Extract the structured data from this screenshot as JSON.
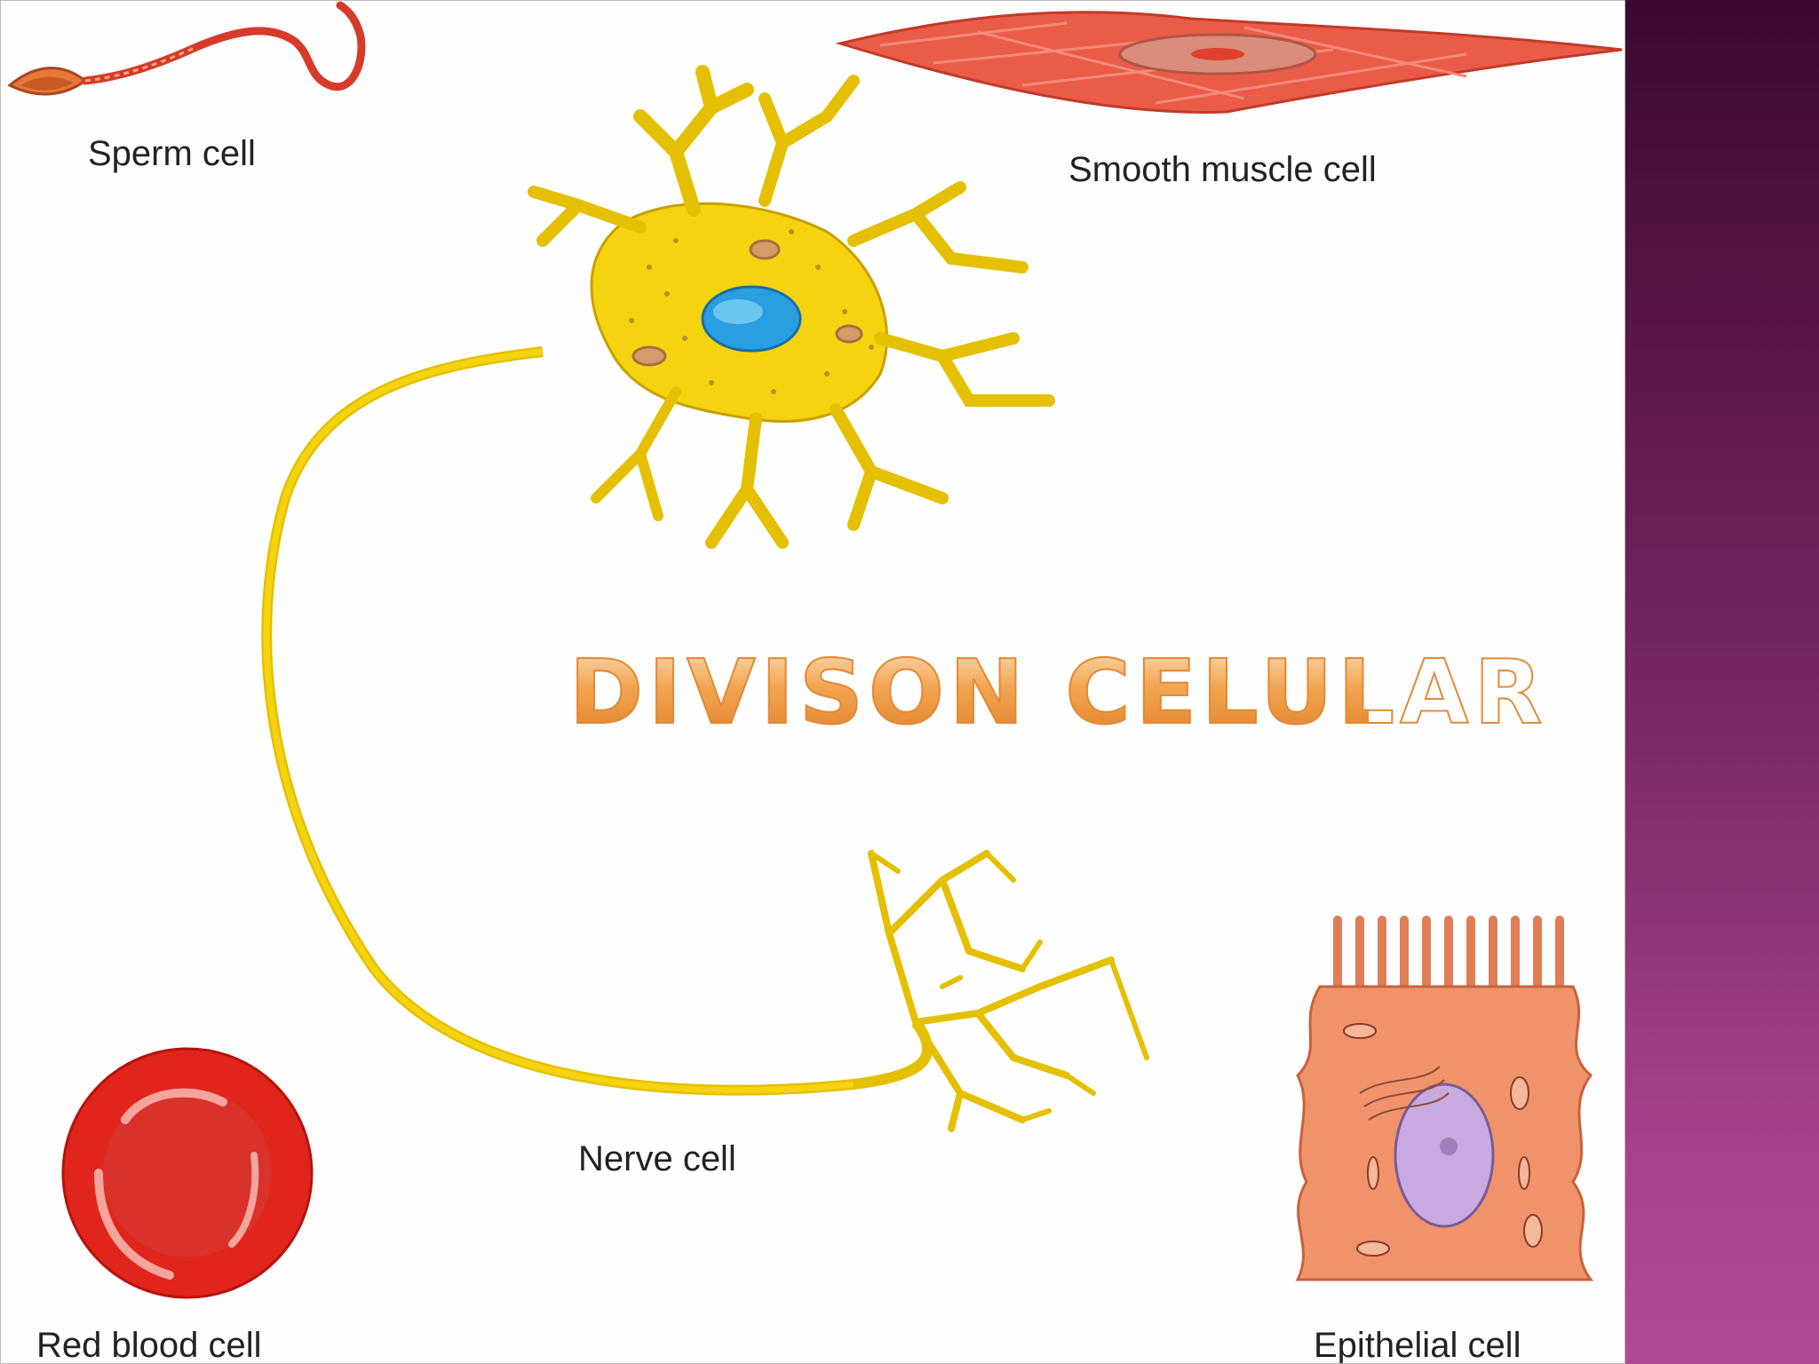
{
  "slide": {
    "title": "DIVISON CELULAR",
    "labels": {
      "sperm": "Sperm cell",
      "smooth_muscle": "Smooth muscle cell",
      "nerve": "Nerve cell",
      "red_blood": "Red blood cell",
      "epithelial": "Epithelial cell"
    }
  },
  "colors": {
    "sidebar_dark": "#3b0a2e",
    "sidebar_light": "#b04a97",
    "title_orange": "#f2a552",
    "nerve_yellow": "#f5d40f",
    "nucleus_blue": "#2a9ee0",
    "muscle_red": "#e8543f",
    "rbc_red": "#e0251c",
    "epithelial_orange": "#f0936b"
  }
}
